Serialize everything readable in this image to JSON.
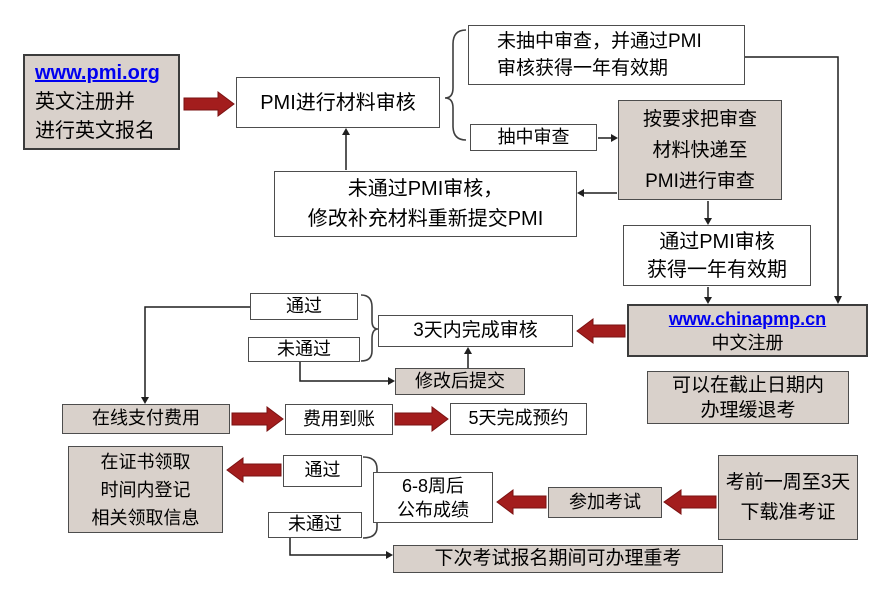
{
  "colors": {
    "box_fill_tan": "#d9d1cb",
    "box_fill_white": "#ffffff",
    "box_border": "#4d4d4d",
    "red_arrow": "#a31d1d",
    "link_blue": "#0000f0",
    "text": "#000000"
  },
  "nodes": {
    "pmi_org": {
      "link": "www.pmi.org",
      "line1": "英文注册并",
      "line2": "进行英文报名"
    },
    "pmi_review": {
      "label": "PMI进行材料审核"
    },
    "not_sampled": {
      "line1": "未抽中审查，并通过PMI",
      "line2": "审核获得一年有效期"
    },
    "sampled": {
      "label": "抽中审查"
    },
    "mail_materials": {
      "line1": "按要求把审查",
      "line2": "材料快递至",
      "line3": "PMI进行审查"
    },
    "fail_pmi_review": {
      "line1": "未通过PMI审核，",
      "line2": "修改补充材料重新提交PMI"
    },
    "pass_pmi_review": {
      "line1": "通过PMI审核",
      "line2": "获得一年有效期"
    },
    "chinapmp": {
      "link": "www.chinapmp.cn",
      "label": "中文注册"
    },
    "defer_exam": {
      "line1": "可以在截止日期内",
      "line2": "办理缓退考"
    },
    "review_3days": {
      "label": "3天内完成审核"
    },
    "pass_1": {
      "label": "通过"
    },
    "fail_1": {
      "label": "未通过"
    },
    "resubmit": {
      "label": "修改后提交"
    },
    "pay_online": {
      "label": "在线支付费用"
    },
    "payment_received": {
      "label": "费用到账"
    },
    "book_5days": {
      "label": "5天完成预约"
    },
    "cert_register": {
      "line1": "在证书领取",
      "line2": "时间内登记",
      "line3": "相关领取信息"
    },
    "pass_2": {
      "label": "通过"
    },
    "fail_2": {
      "label": "未通过"
    },
    "results_6_8weeks": {
      "line1": "6-8周后",
      "line2": "公布成绩"
    },
    "take_exam": {
      "label": "参加考试"
    },
    "download_ticket": {
      "line1": "考前一周至3天",
      "line2": "下载准考证"
    },
    "retake": {
      "label": "下次考试报名期间可办理重考"
    }
  }
}
